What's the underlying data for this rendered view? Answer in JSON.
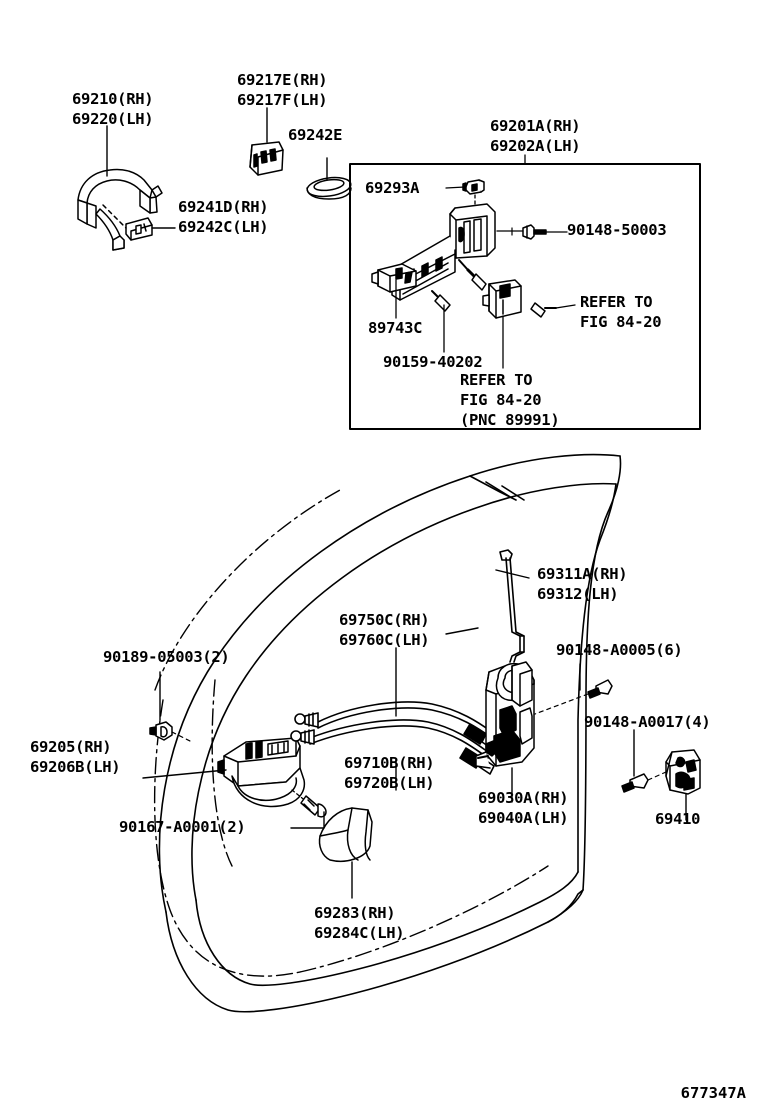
{
  "diagram": {
    "figure_code": "677347A",
    "title_hidden": "",
    "inset_box": {
      "group_label_rh": "69201A(RH)",
      "group_label_lh": "69202A(LH)",
      "parts": [
        {
          "id": "69293A",
          "label": "69293A"
        },
        {
          "id": "90148-50003",
          "label": "90148-50003"
        },
        {
          "id": "89743C",
          "label": "89743C"
        },
        {
          "id": "90159-40202",
          "label": "90159-40202"
        }
      ],
      "refer_note_right_1": "REFER TO",
      "refer_note_right_2": "FIG 84-20",
      "refer_note_bottom_1": "REFER TO",
      "refer_note_bottom_2": "FIG 84-20",
      "refer_note_bottom_3": "(PNC 89991)"
    },
    "upper_parts": [
      {
        "id": "69210",
        "line1": "69210(RH)",
        "line2": "69220(LH)"
      },
      {
        "id": "69217E",
        "line1": "69217E(RH)",
        "line2": "69217F(LH)"
      },
      {
        "id": "69242E",
        "line1": "69242E",
        "line2": ""
      },
      {
        "id": "69241D",
        "line1": "69241D(RH)",
        "line2": "69242C(LH)"
      }
    ],
    "lower_parts": [
      {
        "id": "90189-05003",
        "line1": "90189-05003(2)",
        "line2": ""
      },
      {
        "id": "69205",
        "line1": "69205(RH)",
        "line2": "69206B(LH)"
      },
      {
        "id": "90167-A0001",
        "line1": "90167-A0001(2)",
        "line2": ""
      },
      {
        "id": "69283",
        "line1": "69283(RH)",
        "line2": "69284C(LH)"
      },
      {
        "id": "69750C",
        "line1": "69750C(RH)",
        "line2": "69760C(LH)"
      },
      {
        "id": "69710B",
        "line1": "69710B(RH)",
        "line2": "69720B(LH)"
      },
      {
        "id": "69311A",
        "line1": "69311A(RH)",
        "line2": "69312(LH)"
      },
      {
        "id": "90148-A0005",
        "line1": "90148-A0005(6)",
        "line2": ""
      },
      {
        "id": "90148-A0017",
        "line1": "90148-A0017(4)",
        "line2": ""
      },
      {
        "id": "69030A",
        "line1": "69030A(RH)",
        "line2": "69040A(LH)"
      },
      {
        "id": "69410",
        "line1": "69410",
        "line2": ""
      }
    ],
    "colors": {
      "ink": "#000000",
      "paper": "#ffffff"
    }
  }
}
